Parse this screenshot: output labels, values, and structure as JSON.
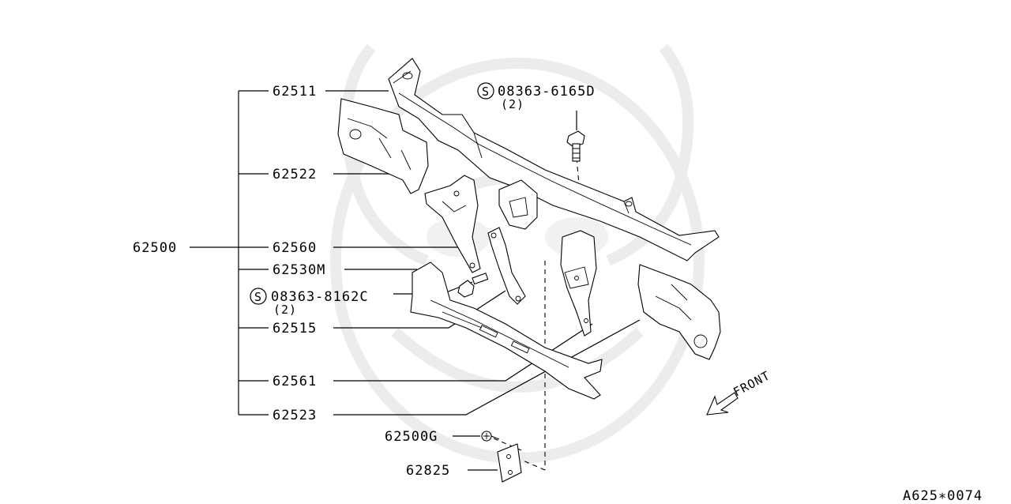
{
  "labels": {
    "main_assembly": "62500",
    "part_62511": "62511",
    "part_62522": "62522",
    "part_62560": "62560",
    "part_62530M": "62530M",
    "part_62515": "62515",
    "part_62561": "62561",
    "part_62523": "62523",
    "part_62500G": "62500G",
    "part_62825": "62825"
  },
  "screws": {
    "upper": {
      "symbol": "S",
      "code": "08363-6165D",
      "qty": "(2)"
    },
    "lower": {
      "symbol": "S",
      "code": "08363-8162C",
      "qty": "(2)"
    }
  },
  "direction_label": "FRONT",
  "figure_code": "A625∗0074"
}
